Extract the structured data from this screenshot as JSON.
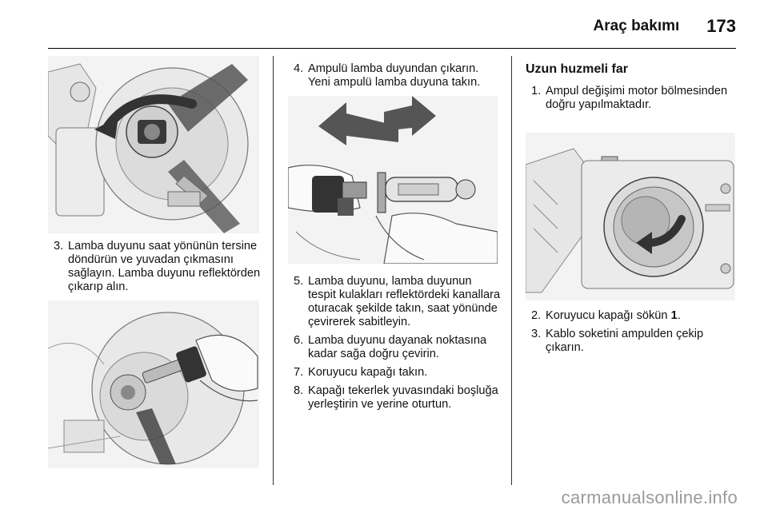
{
  "header": {
    "section_title": "Araç bakımı",
    "page_number": "173"
  },
  "column1": {
    "steps": [
      {
        "number": "3.",
        "text": "Lamba duyunu saat yönünün tersine döndürün ve yuvadan çıkmasını sağlayın. Lamba duyunu reflektörden çıkarıp alın."
      }
    ]
  },
  "column2": {
    "steps_top": [
      {
        "number": "4.",
        "text": "Ampulü lamba duyundan çıkarın. Yeni ampulü lamba duyuna takın."
      }
    ],
    "steps_bottom": [
      {
        "number": "5.",
        "text": "Lamba duyunu, lamba duyunun tespit kulakları reflektördeki kanallara oturacak şekilde takın, saat yönünde çevirerek sabitleyin."
      },
      {
        "number": "6.",
        "text": "Lamba duyunu dayanak noktasına kadar sağa doğru çevirin."
      },
      {
        "number": "7.",
        "text": "Koruyucu kapağı takın."
      },
      {
        "number": "8.",
        "text": "Kapağı tekerlek yuvasındaki boşluğa yerleştirin ve yerine oturtun."
      }
    ]
  },
  "column3": {
    "heading": "Uzun huzmeli far",
    "steps_top": [
      {
        "number": "1.",
        "text": "Ampul değişimi motor bölmesinden doğru yapılmaktadır."
      }
    ],
    "steps_bottom": [
      {
        "number": "2.",
        "text_before": "Koruyucu kapağı sökün ",
        "bold_ref": "1",
        "text_after": "."
      },
      {
        "number": "3.",
        "text": "Kablo soketini ampulden çekip çıkarın."
      }
    ]
  },
  "watermark": "carmanualsonline.info"
}
